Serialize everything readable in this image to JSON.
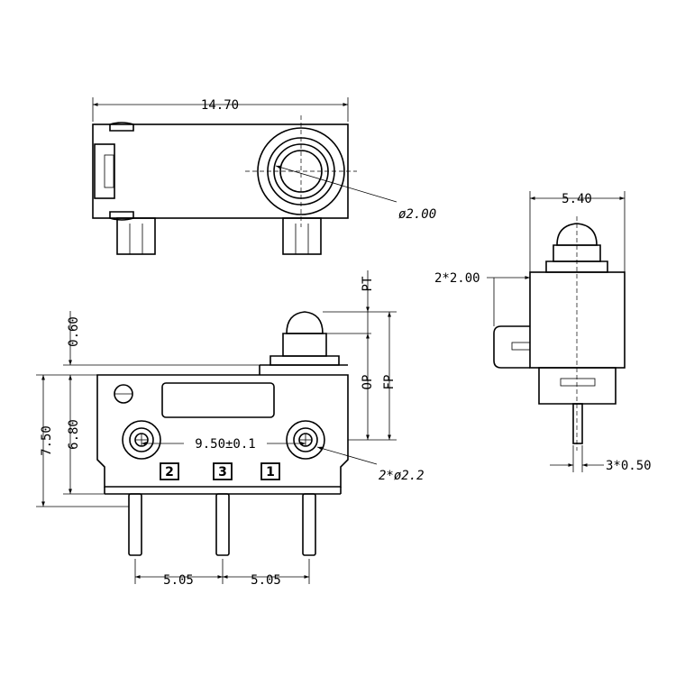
{
  "drawing": {
    "top_view": {
      "width_label": "14.70",
      "hole_label": "ø2.00"
    },
    "front_view": {
      "pt_label": "PT",
      "op_label": "OP",
      "fp_label": "FP",
      "top_gap_label": "0.60",
      "height_label": "7.50",
      "body_height_label": "6.80",
      "hole_spacing_label": "9.50±0.1",
      "hole_dia_label": "2*ø2.2",
      "pin_labels": [
        "2",
        "3",
        "1"
      ],
      "pin_spacing_left": "5.05",
      "pin_spacing_right": "5.05"
    },
    "side_view": {
      "width_label": "5.40",
      "offset_label": "2*2.00",
      "pin_width_label": "3*0.50"
    }
  }
}
